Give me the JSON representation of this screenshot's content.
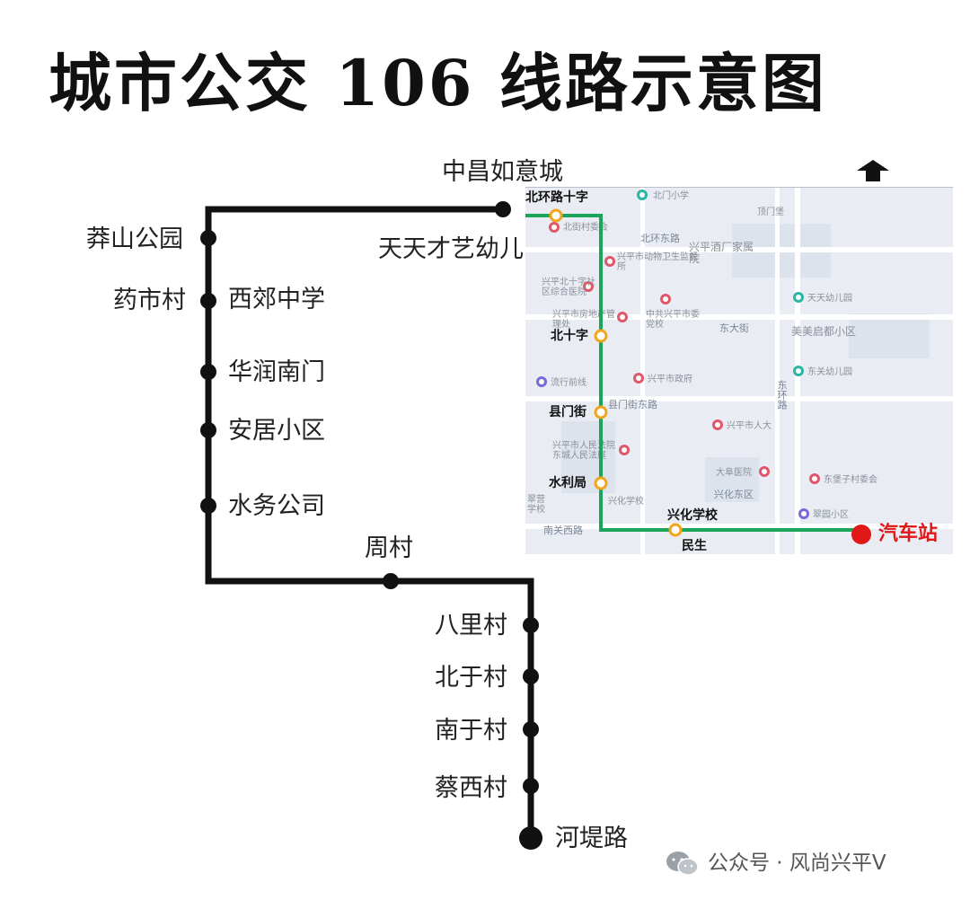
{
  "title": "城市公交 106 线路示意图",
  "route": {
    "line_color": "#111111",
    "stations": {
      "zhongchang": "中昌如意城",
      "tiantian": "天天才艺幼儿",
      "mangshan": "莽山公园",
      "yaoshi": "药市村",
      "xijiao": "西郊中学",
      "huarun": "华润南门",
      "anju": "安居小区",
      "shuiwu": "水务公司",
      "zhoucun": "周村",
      "bali": "八里村",
      "beiyu": "北于村",
      "nanyu": "南于村",
      "caixi": "蔡西村",
      "hedi": "河堤路"
    }
  },
  "map_inset": {
    "route_color": "#1aa55a",
    "stop_marker_color": "#f2a51b",
    "terminal_color": "#e01818",
    "stops": {
      "beihuan": "北环路十字",
      "beishizi": "北十字",
      "xianmen": "县门街",
      "shuili": "水利局",
      "xinghua": "兴化学校",
      "minsheng": "民生",
      "terminal": "汽车站"
    },
    "streets": {
      "beihuan_east": "北环东路",
      "dongda": "东大街",
      "xianmen_east": "县门街东路",
      "nanguan_west": "南关西路",
      "donghuan": "东环路",
      "xinghua_east": "兴化东区"
    },
    "pois": {
      "beimen_school": "北门小学",
      "beijie_committee": "北街村委会",
      "dongkou": "顶门堡",
      "animal": "兴平市动物卫生监督所",
      "nongye": "兴平酒厂家属院",
      "community_health": "兴平北十字社区综合医院",
      "tiantian_kg": "天天幼儿园",
      "housing": "兴平市房地产管理处",
      "party_school": "中共兴平市委党校",
      "meimei": "美美启都小区",
      "liuxing": "流行前线",
      "gov": "兴平市政府",
      "dongguan_kg": "东关幼儿园",
      "renda": "兴平市人大",
      "court": "兴平市人民法院东城人民法庭",
      "hospital": "大阜医院",
      "dongbao": "东堡子村委会",
      "school": "兴化学校",
      "cuiyuan": "翠园小区",
      "yiguan": "翠营学校"
    }
  },
  "watermark": {
    "text": "公众号 · 风尚兴平V"
  }
}
